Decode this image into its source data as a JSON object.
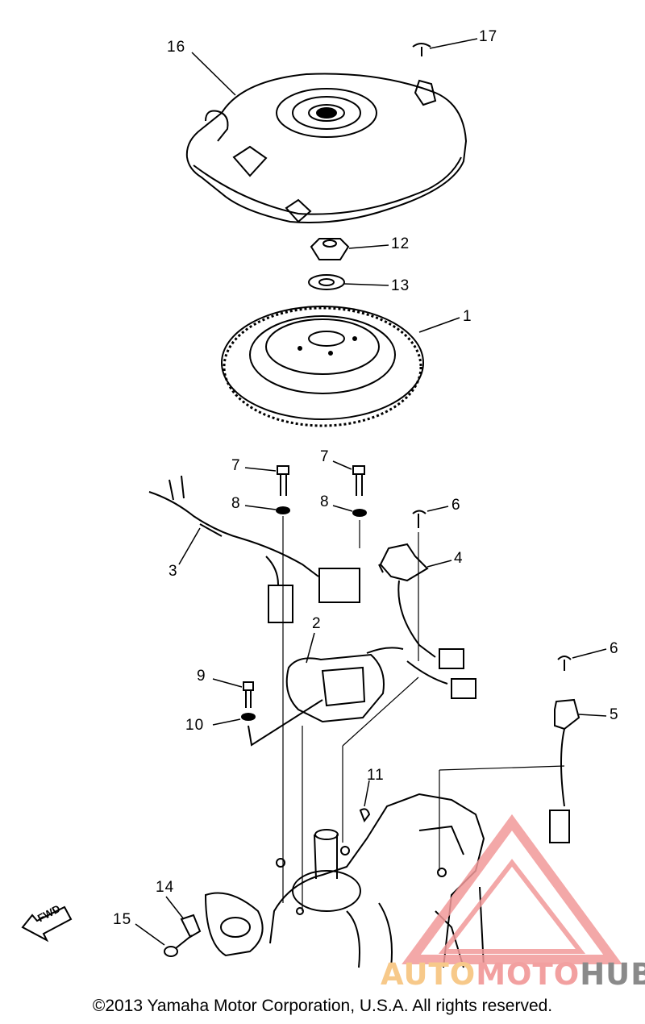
{
  "callouts": [
    {
      "id": "1",
      "label": "1"
    },
    {
      "id": "2",
      "label": "2"
    },
    {
      "id": "3",
      "label": "3"
    },
    {
      "id": "4",
      "label": "4"
    },
    {
      "id": "5",
      "label": "5"
    },
    {
      "id": "6a",
      "label": "6"
    },
    {
      "id": "6b",
      "label": "6"
    },
    {
      "id": "7a",
      "label": "7"
    },
    {
      "id": "7b",
      "label": "7"
    },
    {
      "id": "8a",
      "label": "8"
    },
    {
      "id": "8b",
      "label": "8"
    },
    {
      "id": "9",
      "label": "9"
    },
    {
      "id": "10",
      "label": "10"
    },
    {
      "id": "11",
      "label": "11"
    },
    {
      "id": "12",
      "label": "12"
    },
    {
      "id": "13",
      "label": "13"
    },
    {
      "id": "14",
      "label": "14"
    },
    {
      "id": "15",
      "label": "15"
    },
    {
      "id": "16",
      "label": "16"
    },
    {
      "id": "17",
      "label": "17"
    }
  ],
  "fwd_label": "FWD",
  "copyright": "©2013 Yamaha Motor Corporation, U.S.A. All rights reserved.",
  "watermark": {
    "part1": "AUTO",
    "part2": "MOTO",
    "part3": "HUB",
    "colors": {
      "auto": "#f7c98a",
      "moto": "#f2a0a0",
      "hub": "#8a8a8a"
    }
  }
}
